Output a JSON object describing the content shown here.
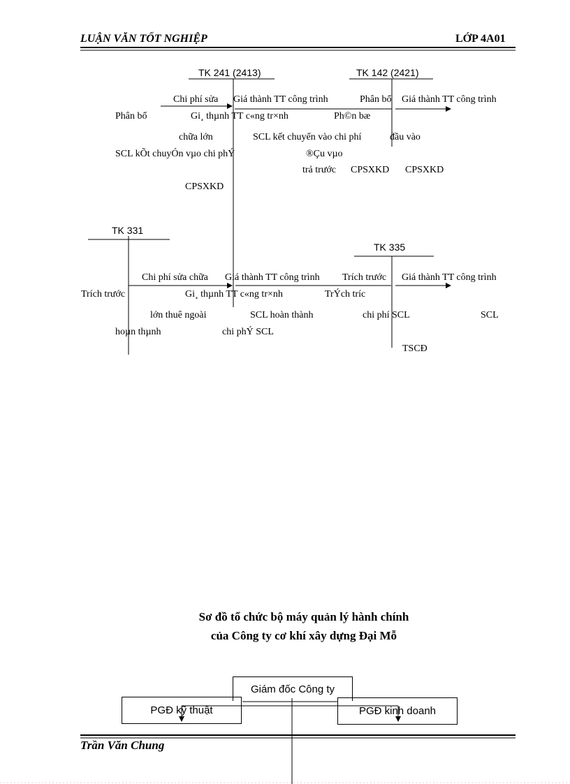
{
  "header": {
    "left": "LUẬN VĂN TỐT NGHIỆP",
    "right": "LỚP 4A01"
  },
  "diagram1": {
    "accounts": [
      "TK 241 (2413)",
      "TK 142 (2421)"
    ],
    "labels": [
      "Chi phí sửa",
      "Giá thành TT công trình",
      "Phân bổ",
      "Giá thành TT công trình",
      "Phân bổ",
      "Gi¸ thµnh TT c«ng tr×nh",
      "Ph©n bæ",
      "chữa lớn",
      "SCL kết chuyển vào chi phí",
      "đầu vào",
      "SCL kÕt chuyÓn vµo chi phÝ",
      "®Çu vµo",
      "trả trước",
      "CPSXKD",
      "CPSXKD",
      "CPSXKD"
    ]
  },
  "diagram2": {
    "accounts": [
      "TK 331",
      "TK 335"
    ],
    "labels": [
      "Chi phí sửa chữa",
      "Giá thành TT công trình",
      "Trích trước",
      "Giá thành TT công trình",
      "Trích trước",
      "Gi¸ thµnh TT c«ng tr×nh",
      "TrÝch tr­íc",
      "lớn thuê ngoài",
      "SCL hoàn thành",
      "chi phí SCL",
      "SCL",
      "hoµn thµnh",
      "chi phÝ SCL",
      "TSCĐ"
    ]
  },
  "org_chart": {
    "title_line1": "Sơ đồ tổ chức bộ máy quản lý hành chính",
    "title_line2": "của Công ty cơ khí xây dựng Đại Mỗ",
    "director": "Giám đốc Công ty",
    "deputy_technical": "PGĐ kỹ thuật",
    "deputy_business": "PGĐ kinh doanh"
  },
  "footer": {
    "author": "Trần Văn Chung"
  }
}
